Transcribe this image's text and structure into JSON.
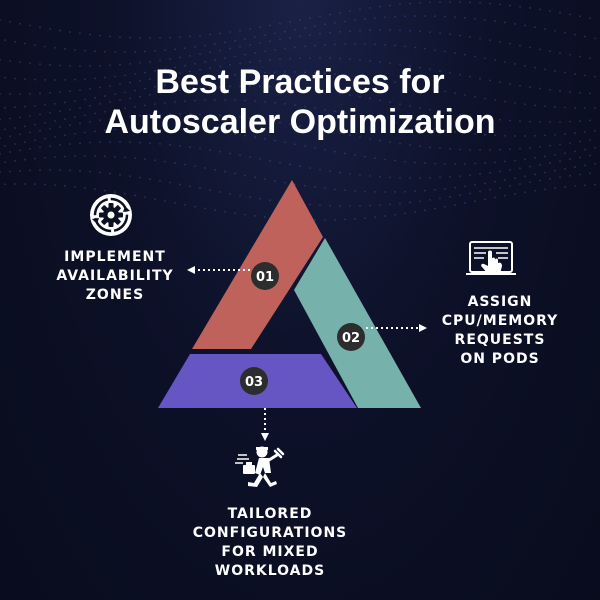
{
  "title": {
    "line1": "Best Practices for",
    "line2": "Autoscaler Optimization"
  },
  "colors": {
    "background": "#0c1023",
    "segment_01": "#c0625c",
    "segment_02": "#76b1ac",
    "segment_03": "#6656c4",
    "badge": "#2d2d2d",
    "connector": "#ffffff"
  },
  "steps": [
    {
      "number": "01",
      "icon": "gear-cycle-icon",
      "label_lines": [
        "IMPLEMENT",
        "AVAILABILITY",
        "ZONES"
      ]
    },
    {
      "number": "02",
      "icon": "hand-touch-screen-icon",
      "label_lines": [
        "ASSIGN",
        "CPU/MEMORY",
        "REQUESTS",
        "ON PODS"
      ]
    },
    {
      "number": "03",
      "icon": "running-worker-icon",
      "label_lines": [
        "TAILORED",
        "CONFIGURATIONS",
        "FOR MIXED",
        "WORKLOADS"
      ]
    }
  ]
}
